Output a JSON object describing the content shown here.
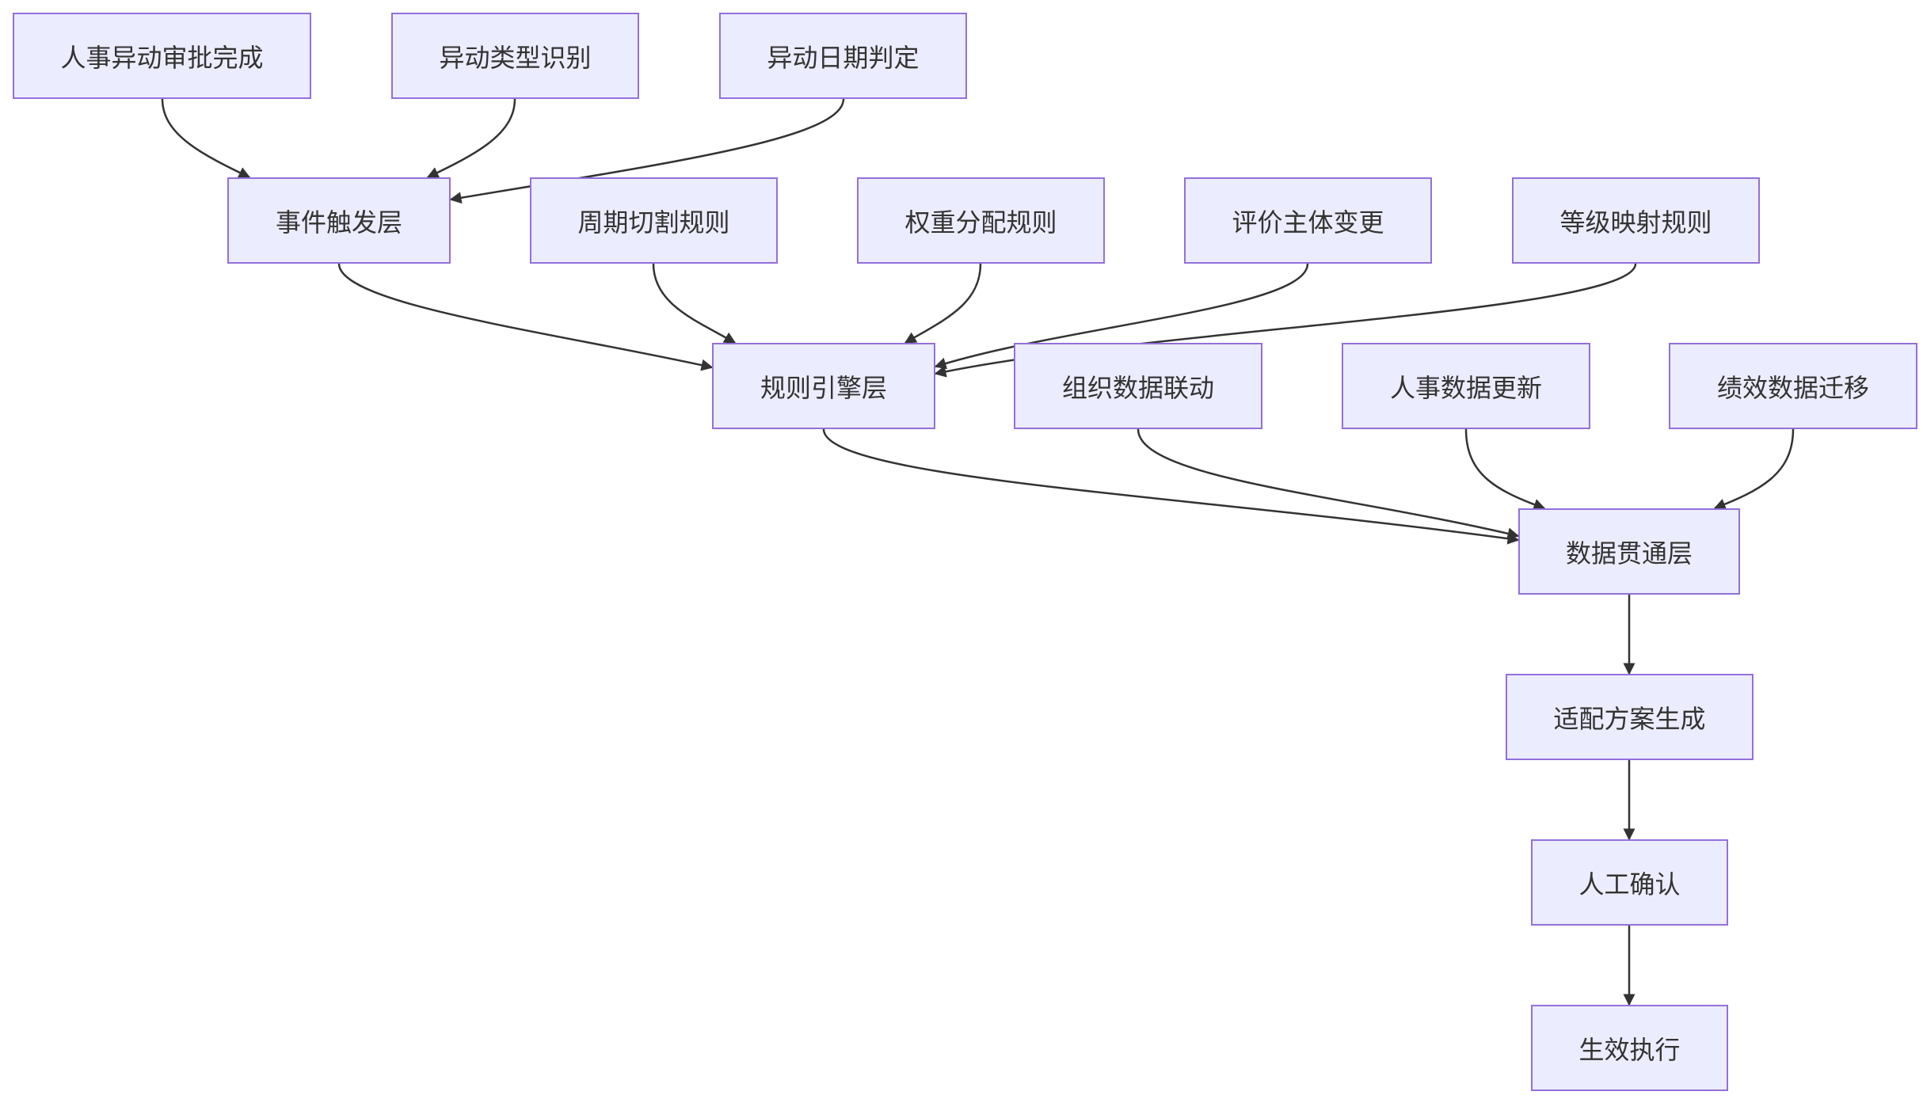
{
  "diagram": {
    "colors": {
      "node_fill": "#ececff",
      "node_border": "#9370db",
      "edge": "#333333",
      "text": "#333333"
    },
    "nodes": [
      {
        "id": "A",
        "label": "人事异动审批完成"
      },
      {
        "id": "B",
        "label": "异动类型识别"
      },
      {
        "id": "C",
        "label": "异动日期判定"
      },
      {
        "id": "D",
        "label": "事件触发层"
      },
      {
        "id": "E",
        "label": "周期切割规则"
      },
      {
        "id": "F",
        "label": "权重分配规则"
      },
      {
        "id": "G",
        "label": "评价主体变更"
      },
      {
        "id": "H",
        "label": "等级映射规则"
      },
      {
        "id": "I",
        "label": "规则引擎层"
      },
      {
        "id": "J",
        "label": "组织数据联动"
      },
      {
        "id": "K",
        "label": "人事数据更新"
      },
      {
        "id": "L",
        "label": "绩效数据迁移"
      },
      {
        "id": "M",
        "label": "数据贯通层"
      },
      {
        "id": "N",
        "label": "适配方案生成"
      },
      {
        "id": "O",
        "label": "人工确认"
      },
      {
        "id": "P",
        "label": "生效执行"
      }
    ],
    "edges": [
      {
        "from": "A",
        "to": "D"
      },
      {
        "from": "B",
        "to": "D"
      },
      {
        "from": "C",
        "to": "D"
      },
      {
        "from": "D",
        "to": "I"
      },
      {
        "from": "E",
        "to": "I"
      },
      {
        "from": "F",
        "to": "I"
      },
      {
        "from": "G",
        "to": "I"
      },
      {
        "from": "H",
        "to": "I"
      },
      {
        "from": "I",
        "to": "M"
      },
      {
        "from": "J",
        "to": "M"
      },
      {
        "from": "K",
        "to": "M"
      },
      {
        "from": "L",
        "to": "M"
      },
      {
        "from": "M",
        "to": "N"
      },
      {
        "from": "N",
        "to": "O"
      },
      {
        "from": "O",
        "to": "P"
      }
    ]
  }
}
